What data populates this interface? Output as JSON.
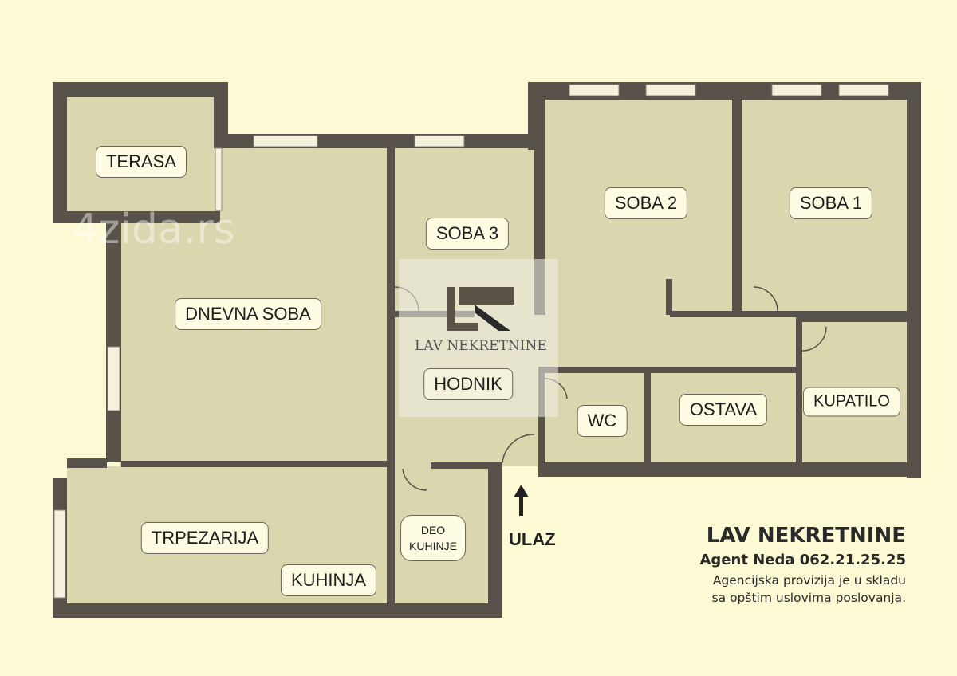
{
  "floor_plan": {
    "rooms": {
      "terasa": "TERASA",
      "dnevna_soba": "DNEVNA SOBA",
      "soba3": "SOBA 3",
      "soba2": "SOBA 2",
      "soba1": "SOBA 1",
      "hodnik": "HODNIK",
      "wc": "WC",
      "ostava": "OSTAVA",
      "kupatilo": "KUPATILO",
      "trpezarija": "TRPEZARIJA",
      "kuhinja": "KUHINJA",
      "deo_kuhinje_1": "DEO",
      "deo_kuhinje_2": "KUHINJE"
    },
    "entrance": "ULAZ",
    "colors": {
      "background": "#fcfad4",
      "room": "#dad6ae",
      "wall": "#58534a"
    }
  },
  "agency": {
    "name": "LAV NEKRETNINE",
    "agent": "Agent Neda 062.21.25.25",
    "note_line1": "Agencijska provizija je u skladu",
    "note_line2": "sa opštim uslovima poslovanja."
  },
  "watermarks": {
    "logo_text": "LAV NEKRETNINE",
    "site": "4zida.rs"
  }
}
